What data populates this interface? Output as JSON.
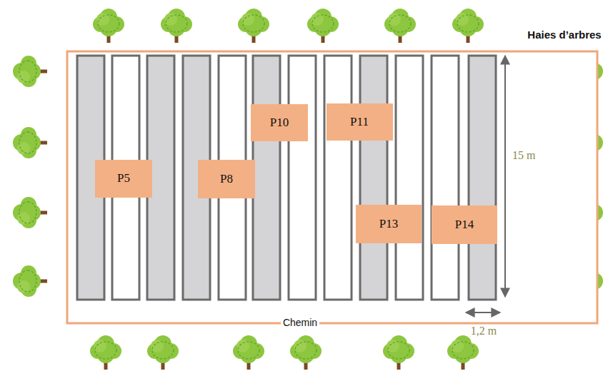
{
  "diagram": {
    "nodes": [
      {
        "text": [
          "P5"
        ]
      },
      {
        "text": [
          "P8"
        ]
      },
      {
        "text": [
          "P10"
        ]
      },
      {
        "text": [
          "P11"
        ]
      },
      {
        "text": [
          "P13"
        ]
      },
      {
        "text": [
          "P14"
        ]
      }
    ],
    "labels": [
      "Haies d’arbres",
      "15 m",
      "Chemin",
      "1,2 m"
    ]
  }
}
